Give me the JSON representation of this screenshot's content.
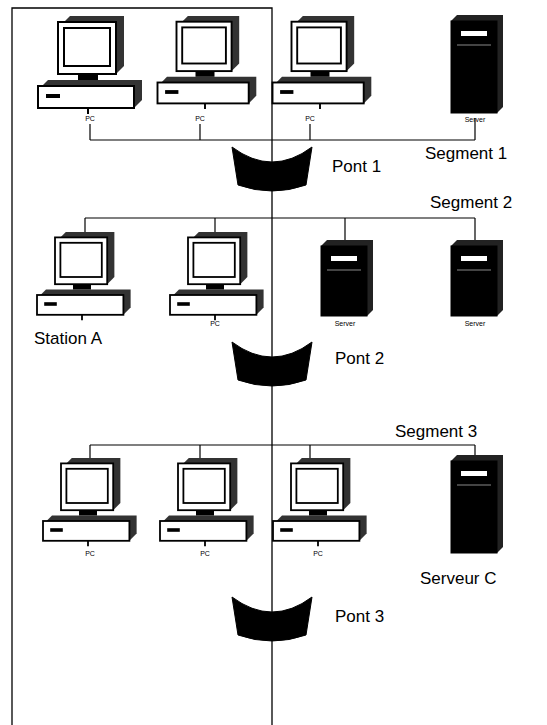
{
  "diagram": {
    "labels": [
      "PC",
      "PC",
      "PC",
      "Server",
      "Segment 1",
      "Pont 1",
      "Segment 2",
      "Station A",
      "PC",
      "Server",
      "Server",
      "Pont 2",
      "Segment 3",
      "PC",
      "PC",
      "PC",
      "Serveur C",
      "Pont 3"
    ]
  }
}
